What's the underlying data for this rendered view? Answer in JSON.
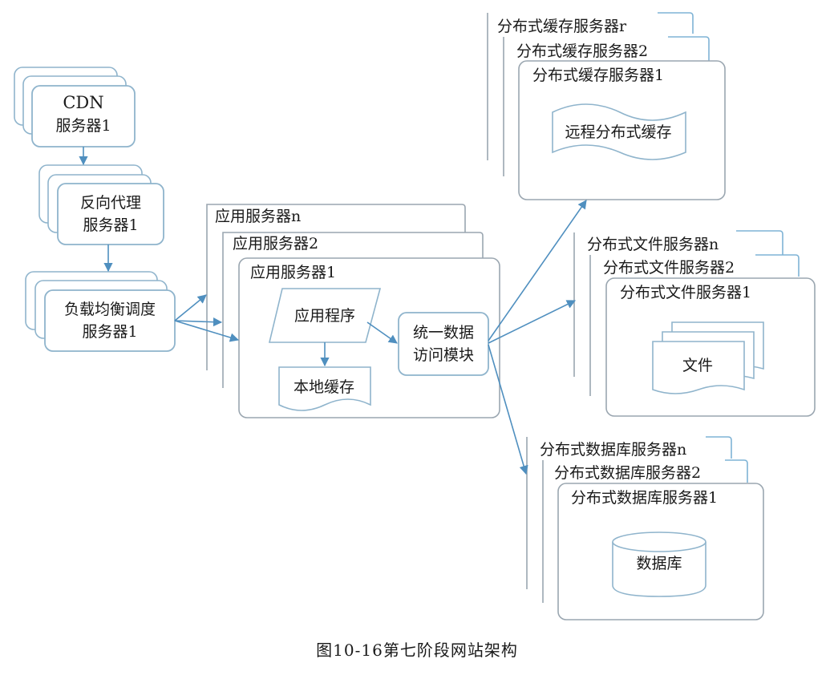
{
  "cdn": {
    "line1": "CDN",
    "line2": "服务器1"
  },
  "proxy": {
    "line1": "反向代理",
    "line2": "服务器1"
  },
  "lb": {
    "line1": "负载均衡调度",
    "line2": "服务器1"
  },
  "app": {
    "title_n": "应用服务器n",
    "title_2": "应用服务器2",
    "title_1": "应用服务器1",
    "program": "应用程序",
    "local_cache": "本地缓存",
    "uda_line1": "统一数据",
    "uda_line2": "访问模块"
  },
  "cache": {
    "title_r": "分布式缓存服务器r",
    "title_2": "分布式缓存服务器2",
    "title_1": "分布式缓存服务器1",
    "content": "远程分布式缓存"
  },
  "file": {
    "title_n": "分布式文件服务器n",
    "title_2": "分布式文件服务器2",
    "title_1": "分布式文件服务器1",
    "content": "文件"
  },
  "db": {
    "title_n": "分布式数据库服务器n",
    "title_2": "分布式数据库服务器2",
    "title_1": "分布式数据库服务器1",
    "content": "数据库"
  },
  "caption": "图10-16第七阶段网站架构"
}
